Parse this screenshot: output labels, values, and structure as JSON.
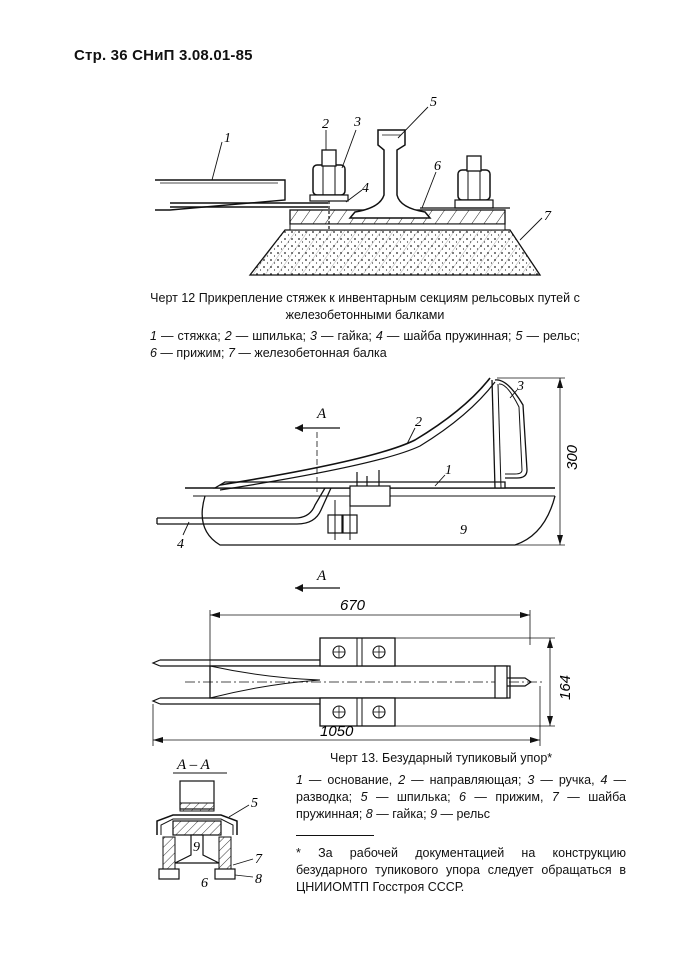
{
  "header": {
    "text": "Стр. 36 СНиП 3.08.01-85"
  },
  "fig12": {
    "labels": [
      "1",
      "2",
      "3",
      "4",
      "5",
      "6",
      "7"
    ],
    "title": "Черт  12  Прикрепление  стяжек  к  инвентарным  секциям  рельсовых путей с железобетонными балками",
    "legend": [
      {
        "num": "1",
        "text": " — стяжка; "
      },
      {
        "num": "2",
        "text": " — шпилька; "
      },
      {
        "num": "3",
        "text": " — гайка; "
      },
      {
        "num": "4",
        "text": " — шайба пружинная; "
      },
      {
        "num": "5",
        "text": " — рельс; "
      },
      {
        "num": "6",
        "text": " — прижим; "
      },
      {
        "num": "7",
        "text": " — железобетонная балка"
      }
    ]
  },
  "fig13": {
    "section_mark": "A",
    "section_title": "A – A",
    "dims": {
      "height": "300",
      "length_top": "670",
      "width": "164",
      "length_bottom": "1050"
    },
    "labels": [
      "1",
      "2",
      "3",
      "4",
      "5",
      "6",
      "7",
      "8",
      "9"
    ],
    "title": "Черт 13. Безударный тупиковый упор*",
    "legend": [
      {
        "num": "1",
        "text": " — основание, "
      },
      {
        "num": "2",
        "text": " — направляющая; "
      },
      {
        "num": "3",
        "text": " — ручка, "
      },
      {
        "num": "4",
        "text": " — разводка; "
      },
      {
        "num": "5",
        "text": " — шпилька; "
      },
      {
        "num": "6",
        "text": " — прижим, "
      },
      {
        "num": "7",
        "text": " — шайба пружинная; "
      },
      {
        "num": "8",
        "text": " — гайка; "
      },
      {
        "num": "9",
        "text": " — рельс"
      }
    ],
    "footnote": "* За рабочей документацией на конструкцию безударного тупикового упора следует обращаться в ЦНИИОМТП Госстроя СССР."
  }
}
